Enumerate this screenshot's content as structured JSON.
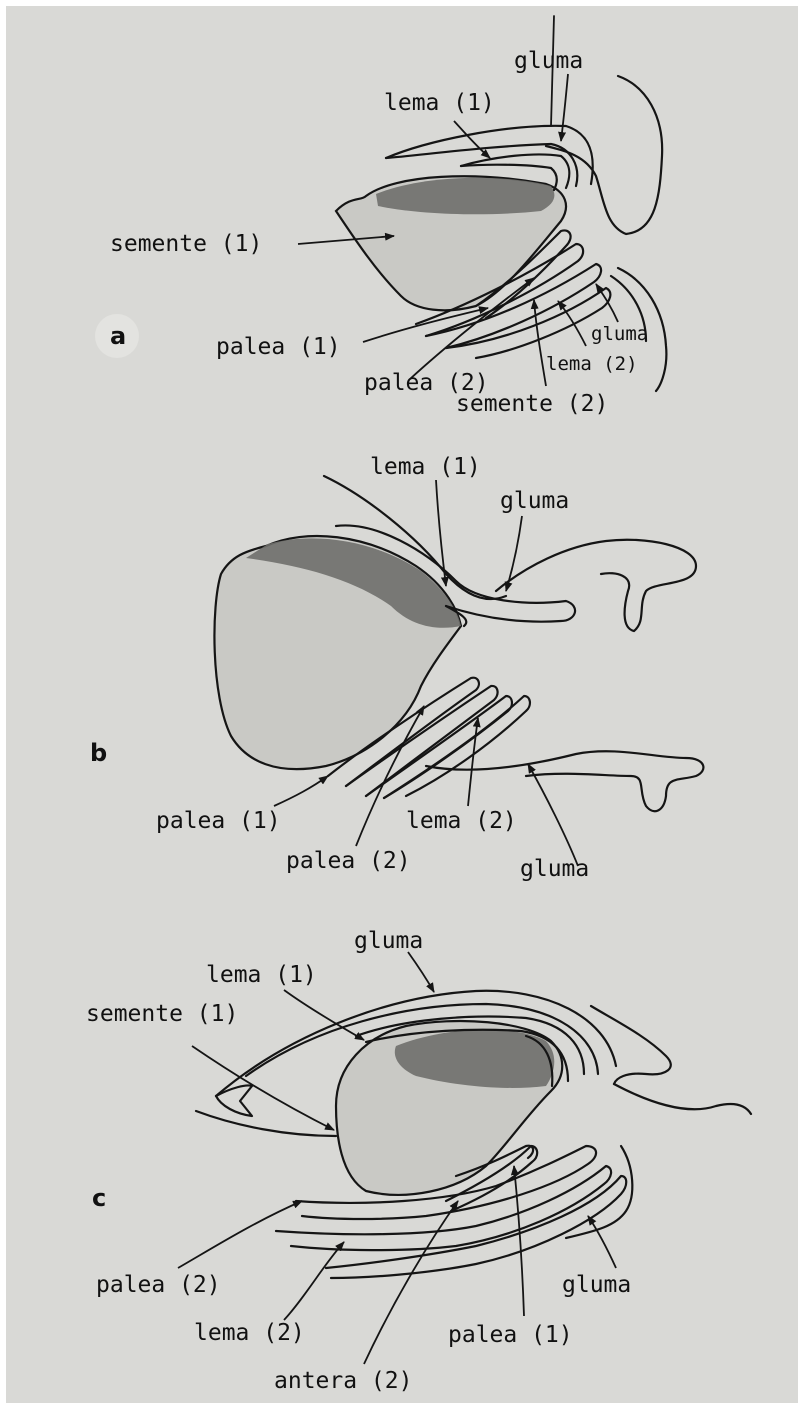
{
  "panels": {
    "a": {
      "letter": "a",
      "labels": {
        "gluma_top": "gluma",
        "lema_1": "lema (1)",
        "semente_1": "semente (1)",
        "palea_1": "palea (1)",
        "palea_2": "palea (2)",
        "gluma_right": "gluma",
        "lema_2": "lema (2)",
        "semente_2": "semente (2)"
      }
    },
    "b": {
      "letter": "b",
      "labels": {
        "lema_1": "lema (1)",
        "gluma_top": "gluma",
        "palea_1": "palea (1)",
        "lema_2": "lema (2)",
        "palea_2": "palea (2)",
        "gluma_bottom": "gluma"
      }
    },
    "c": {
      "letter": "c",
      "labels": {
        "gluma_top": "gluma",
        "lema_1": "lema (1)",
        "semente_1": "semente (1)",
        "palea_2": "palea (2)",
        "gluma_right": "gluma",
        "lema_2": "lema (2)",
        "palea_1": "palea (1)",
        "antera_2": "antera (2)"
      }
    }
  }
}
